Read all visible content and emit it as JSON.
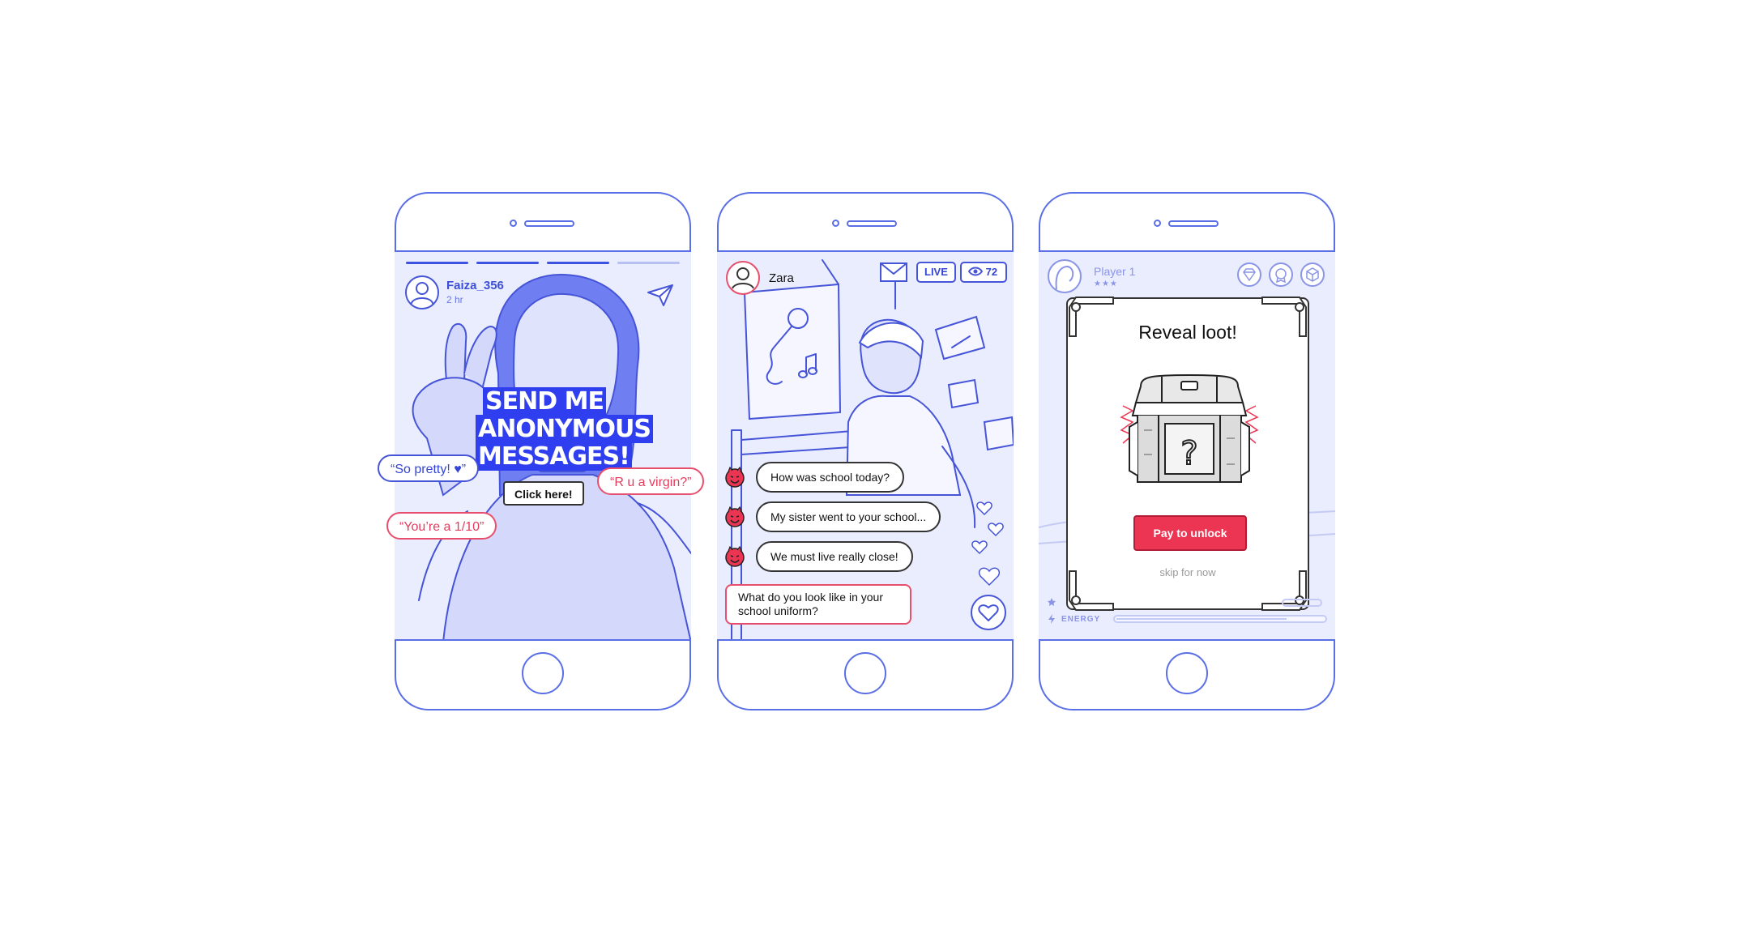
{
  "phone1": {
    "username": "Faiza_356",
    "time_ago": "2 hr",
    "headline_lines": [
      "SEND ME",
      "ANONYMOUS",
      "MESSAGES!"
    ],
    "bubbles": {
      "so_pretty": "“So pretty! ♥”",
      "virgin": "“R u a virgin?”",
      "rating": "“You’re a 1/10”"
    },
    "click_label": "Click here!",
    "icons": [
      "avatar-icon",
      "send-icon"
    ]
  },
  "phone2": {
    "streamer": "Zara",
    "live_label": "LIVE",
    "viewers": "72",
    "messages": [
      "How was school today?",
      "My sister went to your school...",
      "We must live really close!"
    ],
    "compose_text": "What do you look like in your school uniform?",
    "icons": [
      "avatar-icon",
      "mail-icon",
      "eye-icon",
      "devil-icon",
      "heart-icon"
    ]
  },
  "phone3": {
    "player_name": "Player 1",
    "stars": "★★★",
    "loot_title": "Reveal loot!",
    "pay_label": "Pay to unlock",
    "skip_label": "skip for now",
    "energy_label": "ENERGY",
    "icons": [
      "diamond-icon",
      "badge-icon",
      "cube-icon",
      "treasure-chest-icon",
      "lightning-icon",
      "star-icon"
    ]
  },
  "colors": {
    "outline": "#5a6ee6",
    "screen": "#eaedfd",
    "accent_blue": "#2f3ff0",
    "accent_red": "#ec3553"
  }
}
